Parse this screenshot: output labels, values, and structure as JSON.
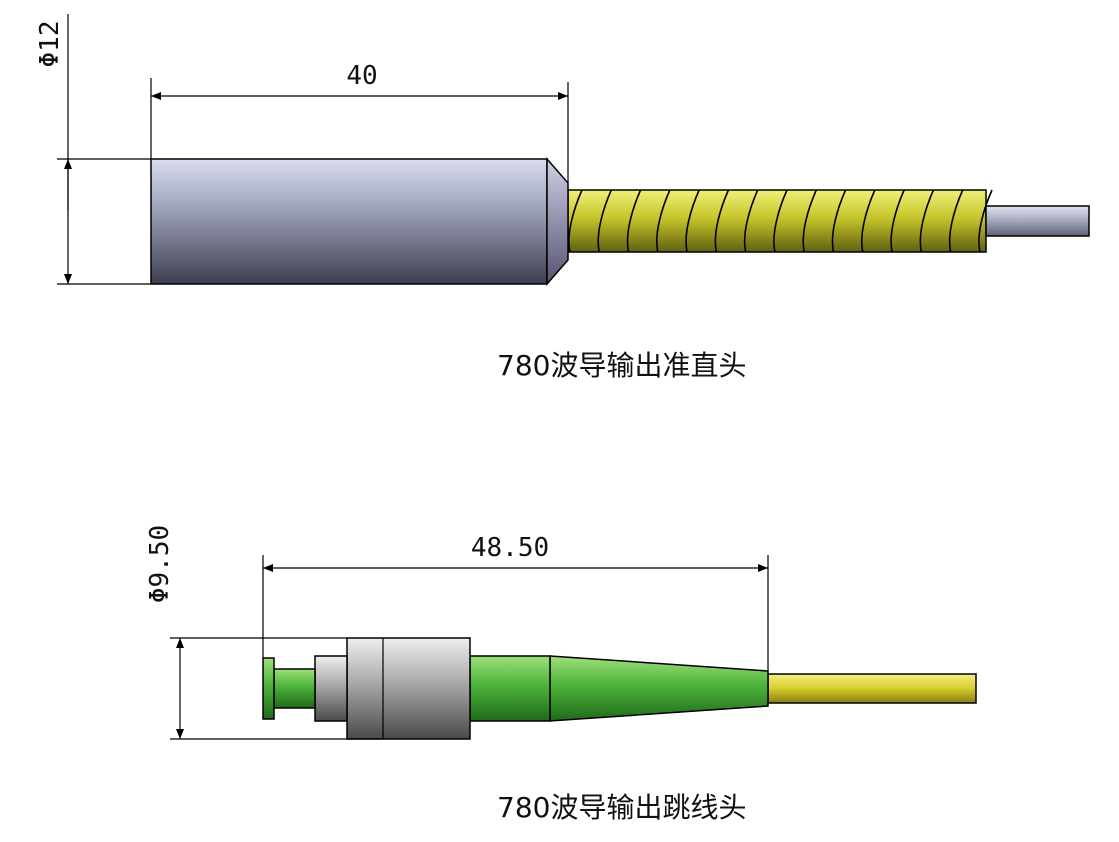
{
  "drawing_1": {
    "diameter_label": "Φ12",
    "length_label": "40",
    "caption": "780波导输出准直头",
    "colors": {
      "body": "#6b6f82",
      "spring": "#c9c82a",
      "fiber": "#9aa0b4"
    }
  },
  "drawing_2": {
    "diameter_label": "Φ9.50",
    "length_label": "48.50",
    "caption": "780波导输出跳线头",
    "colors": {
      "connector": "#4fb23a",
      "ferrule": "#9a9a9a",
      "jacket": "#d8cc2a"
    }
  }
}
